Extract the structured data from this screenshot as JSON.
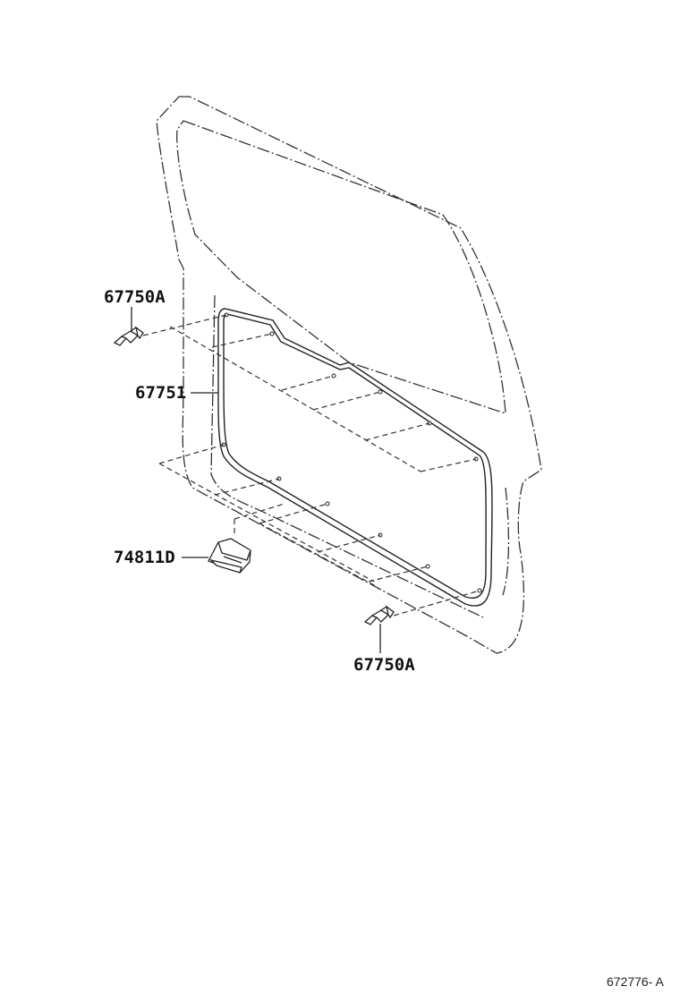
{
  "callouts": {
    "clip_top": "67750A",
    "weatherstrip": "67751",
    "lamp": "74811D",
    "clip_bottom": "67750A"
  },
  "diagram_code": "672776- A"
}
